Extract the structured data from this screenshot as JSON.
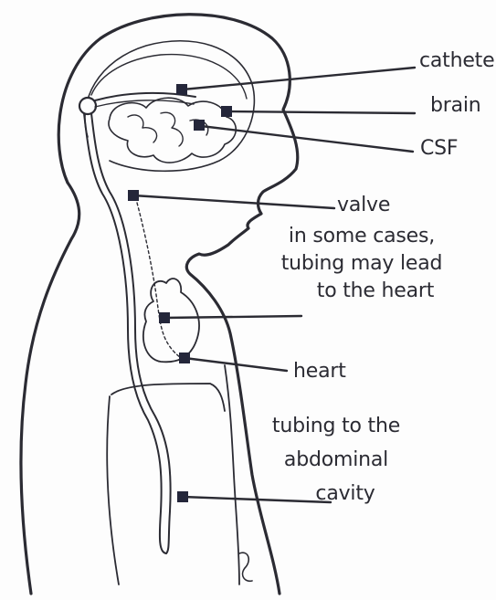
{
  "labels": {
    "catheter": "cathete",
    "brain": "brain",
    "csf": "CSF",
    "valve": "valve",
    "heart_tubing": [
      "in some cases,",
      "tubing may lead",
      "to the heart"
    ],
    "heart": "heart",
    "abdominal": [
      "tubing to the",
      "abdominal",
      "cavity"
    ]
  },
  "colors": {
    "ink": "#2b2b33",
    "marker": "#24263a",
    "background": "#fdfdfd"
  }
}
